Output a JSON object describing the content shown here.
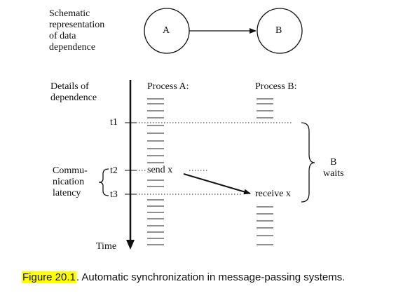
{
  "schematic": {
    "label": "Schematic\nrepresentation\nof data\ndependence",
    "node_a": "A",
    "node_b": "B"
  },
  "details": {
    "label": "Details of\ndependence",
    "process_a": "Process A:",
    "process_b": "Process B:",
    "t1": "t1",
    "t2": "t2",
    "t3": "t3",
    "latency_label": "Commu-\nnication\nlatency",
    "send": "send x",
    "receive": "receive x",
    "waits": "B\nwaits",
    "time_axis": "Time"
  },
  "caption": {
    "label": "Figure 20.1",
    "text": ". Automatic synchronization in message-passing systems."
  }
}
